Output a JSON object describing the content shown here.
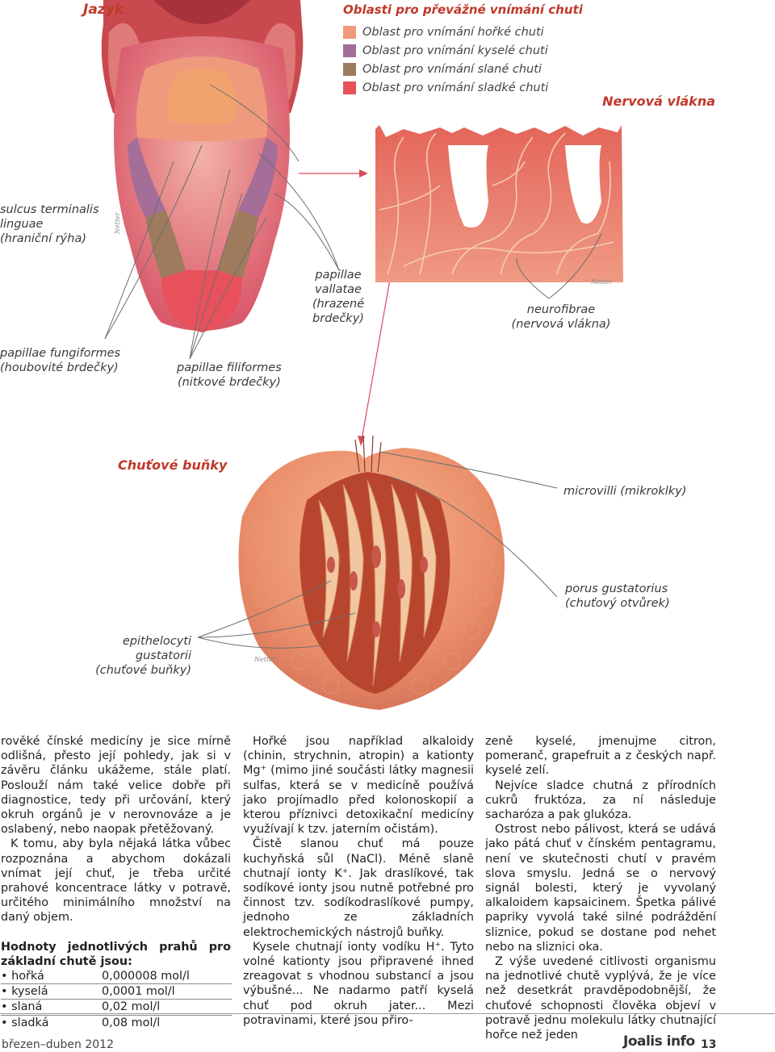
{
  "headings": {
    "tongue": "Jazyk",
    "legend_title": "Oblasti pro převážné vnímání chuti",
    "nerve_fibers": "Nervová vlákna",
    "taste_cells": "Chuťové buňky"
  },
  "legend": [
    {
      "label": "Oblast pro vnímání hořké chuti",
      "color": "#ef9a7c"
    },
    {
      "label": "Oblast pro vnímání kyselé chuti",
      "color": "#a46e99"
    },
    {
      "label": "Oblast pro vnímání slané chuti",
      "color": "#9d7b5c"
    },
    {
      "label": "Oblast pro vnímání sladké chuti",
      "color": "#e8505c"
    }
  ],
  "captions": {
    "sulcus_1": "sulcus terminalis",
    "sulcus_2": "linguae",
    "sulcus_3": "(hraniční rýha)",
    "fung_1": "papillae fungiformes",
    "fung_2": "(houbovité brdečky)",
    "filif_1": "papillae filiformes",
    "filif_2": "(nitkové brdečky)",
    "vall_1": "papillae",
    "vall_2": "vallatae",
    "vall_3": "(hrazené",
    "vall_4": "brdečky)",
    "neuro_1": "neurofibrae",
    "neuro_2": "(nervová vlákna)",
    "micro": "microvilli (mikroklky)",
    "porus_1": "porus gustatorius",
    "porus_2": "(chuťový otvůrek)",
    "epith_1": "epithelocyti gustatorii",
    "epith_2": "(chuťové buňky)"
  },
  "column1": {
    "p1": "rověké čínské medicíny je sice mírně odlišná, přesto její pohledy, jak si v závěru článku ukážeme, stále platí. Poslouží nám také velice dobře při diagnostice, tedy při určování, který okruh orgánů je v nerovnováze a je oslabený, nebo naopak přetěžovaný.",
    "p2": "K tomu, aby byla nějaká látka vůbec rozpoznána a abychom dokázali vnímat její chuť, je třeba určité prahové koncentrace látky v potravě, určitého minimálního množství na daný objem.",
    "table_title": "Hodnoty jednotlivých prahů pro základní chutě jsou:",
    "table": [
      {
        "taste": "hořká",
        "value": "0,000008 mol/l"
      },
      {
        "taste": "kyselá",
        "value": "0,0001 mol/l"
      },
      {
        "taste": "slaná",
        "value": "0,02 mol/l"
      },
      {
        "taste": "sladká",
        "value": "0,08 mol/l"
      }
    ]
  },
  "column2": {
    "p1": "Hořké jsou například alkaloidy (chinin, strychnin, atropin) a kationty Mg⁺ (mimo jiné součásti látky magnesii sulfas, která se v medicíně používá jako projímadlo před kolonoskopií a kterou příznivci detoxikační medicíny využívají k tzv. jaterním očistám).",
    "p2": "Čistě slanou chuť má pouze kuchyňská sůl (NaCl). Méně slaně chutnají ionty K⁺. Jak draslíkové, tak sodíkové ionty jsou nutně potřebné pro činnost tzv. sodíkodraslíkové pumpy, jednoho ze základních elektrochemických nástrojů buňky.",
    "p3": "Kysele chutnají ionty vodíku H⁺. Tyto volné kationty jsou připravené ihned zreagovat s vhodnou substancí a jsou výbušné... Ne nadarmo patří kyselá chuť pod okruh jater... Mezi potravinami, které jsou přiro-"
  },
  "column3": {
    "p1": "zeně kyselé, jmenujme citron, pomeranč, grapefruit a z českých např. kyselé zelí.",
    "p2": "Nejvíce sladce chutná z přírodních cukrů fruktóza, za ní následuje sacharóza a pak glukóza.",
    "p3": "Ostrost nebo pálivost, která se udává jako pátá chuť v čínském pentagramu, není ve skutečnosti chutí v pravém slova smyslu. Jedná se o nervový signál bolesti, který je vyvolaný alkaloidem kapsaicinem. Špetka pálivé papriky vyvolá také silné podráždění sliznice, pokud se dostane pod nehet nebo na sliznici oka.",
    "p4": "Z výše uvedené citlivosti organismu na jednotlivé chutě vyplývá, že je více než desetkrát pravděpodobnější, že chuťové schopnosti člověka objeví v potravě jednu molekulu látky chutnající hořce než jeden"
  },
  "footer": {
    "issue": "březen–duben 2012",
    "brand": "Joalis info",
    "page": "13"
  },
  "signatures": [
    "Netter",
    "Netter"
  ]
}
